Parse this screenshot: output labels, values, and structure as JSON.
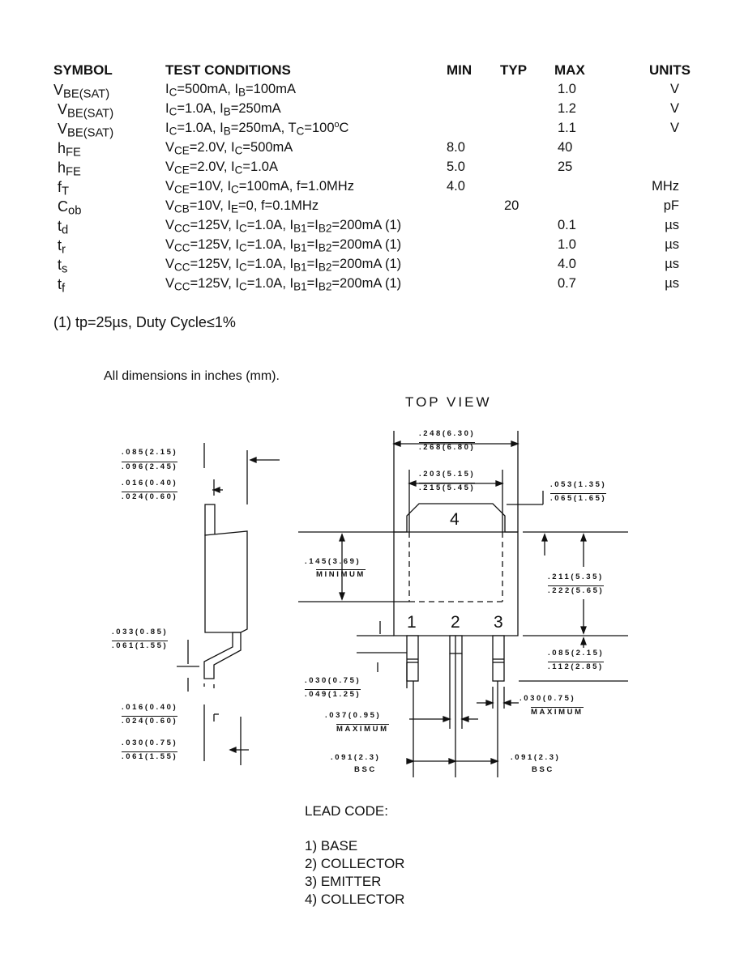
{
  "table": {
    "headers": {
      "symbol": "SYMBOL",
      "conditions": "TEST CONDITIONS",
      "min": "MIN",
      "typ": "TYP",
      "max": "MAX",
      "units": "UNITS"
    },
    "rows": [
      {
        "sym": "V",
        "sym_sub": "BE(SAT)",
        "cond_html": "I<sub>C</sub>=500mA, I<sub>B</sub>=100mA",
        "min": "",
        "typ": "",
        "max": "1.0",
        "unit": "V"
      },
      {
        "sym": "V",
        "sym_sub": "BE(SAT)",
        "cond_html": "I<sub>C</sub>=1.0A, I<sub>B</sub>=250mA",
        "min": "",
        "typ": "",
        "max": "1.2",
        "unit": "V"
      },
      {
        "sym": "V",
        "sym_sub": "BE(SAT)",
        "cond_html": "I<sub>C</sub>=1.0A, I<sub>B</sub>=250mA, T<sub>C</sub>=100<sup>o</sup>C",
        "min": "",
        "typ": "",
        "max": "1.1",
        "unit": "V"
      },
      {
        "sym": "h",
        "sym_sub": "FE",
        "cond_html": "V<sub>CE</sub>=2.0V, I<sub>C</sub>=500mA",
        "min": "8.0",
        "typ": "",
        "max": "40",
        "unit": ""
      },
      {
        "sym": "h",
        "sym_sub": "FE",
        "cond_html": "V<sub>CE</sub>=2.0V, I<sub>C</sub>=1.0A",
        "min": "5.0",
        "typ": "",
        "max": "25",
        "unit": ""
      },
      {
        "sym": "f",
        "sym_sub": "T",
        "cond_html": "V<sub>CE</sub>=10V, I<sub>C</sub>=100mA, f=1.0MHz",
        "min": "4.0",
        "typ": "",
        "max": "",
        "unit": "MHz"
      },
      {
        "sym": "C",
        "sym_sub": "ob",
        "cond_html": "V<sub>CB</sub>=10V, I<sub>E</sub>=0, f=0.1MHz",
        "min": "",
        "typ": "20",
        "max": "",
        "unit": "pF"
      },
      {
        "sym": "t",
        "sym_sub": "d",
        "cond_html": "V<sub>CC</sub>=125V, I<sub>C</sub>=1.0A, I<sub>B1</sub>=I<sub>B2</sub>=200mA (1)",
        "min": "",
        "typ": "",
        "max": "0.1",
        "unit": "µs"
      },
      {
        "sym": "t",
        "sym_sub": "r",
        "cond_html": "V<sub>CC</sub>=125V, I<sub>C</sub>=1.0A, I<sub>B1</sub>=I<sub>B2</sub>=200mA (1)",
        "min": "",
        "typ": "",
        "max": "1.0",
        "unit": "µs"
      },
      {
        "sym": "t",
        "sym_sub": "s",
        "cond_html": "V<sub>CC</sub>=125V, I<sub>C</sub>=1.0A, I<sub>B1</sub>=I<sub>B2</sub>=200mA (1)",
        "min": "",
        "typ": "",
        "max": "4.0",
        "unit": "µs"
      },
      {
        "sym": "t",
        "sym_sub": "f",
        "cond_html": "V<sub>CC</sub>=125V, I<sub>C</sub>=1.0A, I<sub>B1</sub>=I<sub>B2</sub>=200mA (1)",
        "min": "",
        "typ": "",
        "max": "0.7",
        "unit": "µs"
      }
    ]
  },
  "footnote": "(1)  tp=25µs, Duty Cycle≤1%",
  "dimensions_note": "All dimensions in inches (mm).",
  "view_title": "TOP  VIEW",
  "dims": {
    "side_thickness": [
      ".085(2.15)",
      ".096(2.45)"
    ],
    "side_tab": [
      ".016(0.40)",
      ".024(0.60)"
    ],
    "side_standoff": [
      ".033(0.85)",
      ".061(1.55)"
    ],
    "side_lead_thk": [
      ".016(0.40)",
      ".024(0.60)"
    ],
    "side_foot": [
      ".030(0.75)",
      ".061(1.55)"
    ],
    "body_width": [
      ".248(6.30)",
      ".268(6.80)"
    ],
    "tab_width": [
      ".203(5.15)",
      ".215(5.45)"
    ],
    "corner": [
      ".053(1.35)",
      ".065(1.65)"
    ],
    "tab_len": [
      ".145(3.69)",
      "MINIMUM"
    ],
    "body_len": [
      ".211(5.35)",
      ".222(5.65)"
    ],
    "lead_len": [
      ".085(2.15)",
      ".112(2.85)"
    ],
    "lead_wide": [
      ".030(0.75)",
      ".049(1.25)"
    ],
    "lead_max": [
      ".030(0.75)",
      "MAXIMUM"
    ],
    "center_lead": [
      ".037(0.95)",
      "MAXIMUM"
    ],
    "pitch_left": [
      ".091(2.3)",
      "BSC"
    ],
    "pitch_right": [
      ".091(2.3)",
      "BSC"
    ]
  },
  "pins": {
    "p1": "1",
    "p2": "2",
    "p3": "3",
    "p4": "4"
  },
  "lead_code": {
    "title": "LEAD CODE:",
    "items": [
      "1)  BASE",
      "2)  COLLECTOR",
      "3)  EMITTER",
      "4)  COLLECTOR"
    ]
  }
}
